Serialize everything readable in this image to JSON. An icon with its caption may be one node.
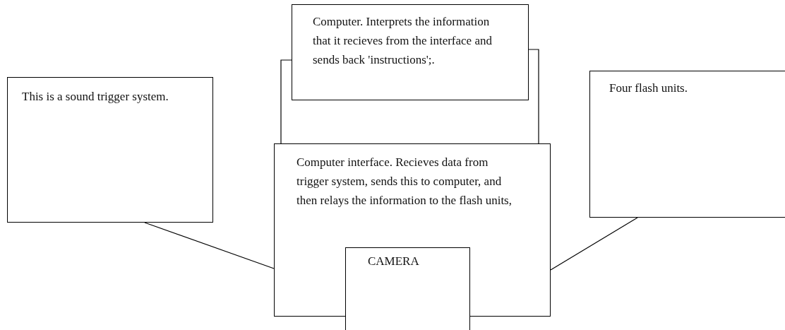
{
  "diagram": {
    "nodes": [
      {
        "text": [
          "This is a sound trigger system."
        ]
      },
      {
        "text": [
          "Computer. Interprets the information that it recieves from the interface and sends back 'instructions';."
        ]
      },
      {
        "text": [
          "Computer interface. Recieves data from trigger system, sends this to computer, and then relays the information to the flash units,"
        ]
      },
      {
        "text": [
          "CAMERA"
        ]
      },
      {
        "text": [
          "Four flash units."
        ]
      }
    ],
    "edges": [
      {
        "from": 0,
        "to": 2,
        "arrow": "none"
      },
      {
        "from": 1,
        "to": 2,
        "arrow": "none"
      },
      {
        "from": 1,
        "to": 2,
        "arrow": "none"
      },
      {
        "from": 2,
        "to": 4,
        "arrow": "none"
      }
    ]
  }
}
